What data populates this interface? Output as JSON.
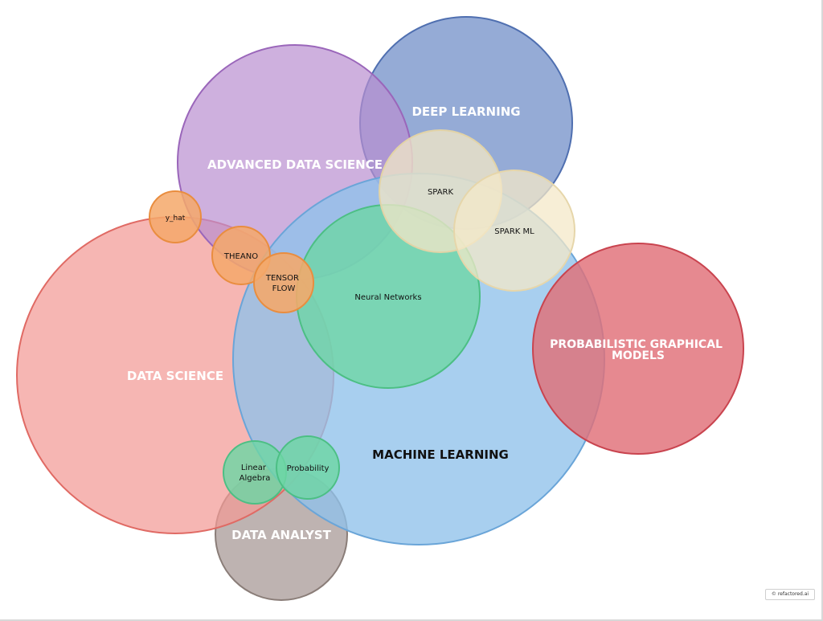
{
  "diagram": {
    "circles": [
      {
        "id": "data-analyst",
        "label": "DATA ANALYST",
        "fill": "#b3a6a3",
        "stroke": "#8a7d78"
      },
      {
        "id": "data-science",
        "label": "DATA SCIENCE",
        "fill": "#f29a96",
        "stroke": "#e06a64"
      },
      {
        "id": "deep-learning",
        "label": "DEEP LEARNING",
        "fill": "#7b96cc",
        "stroke": "#4f6fb0"
      },
      {
        "id": "advanced-data-science",
        "label": "ADVANCED DATA SCIENCE",
        "fill": "#b98ed0",
        "stroke": "#9a66ba"
      },
      {
        "id": "machine-learning",
        "label": "MACHINE LEARNING",
        "fill": "#8fc1eb",
        "stroke": "#6aa5d8"
      },
      {
        "id": "neural-networks",
        "label": "Neural Networks",
        "fill": "#6ed6a5",
        "stroke": "#4cbf84"
      },
      {
        "id": "spark",
        "label": "SPARK",
        "fill": "#f0e6c6",
        "stroke": "#e2d3a6"
      },
      {
        "id": "spark-ml",
        "label": "SPARK ML",
        "fill": "#f4e8c8",
        "stroke": "#e6d6aa"
      },
      {
        "id": "probabilistic-graphical-models",
        "label": "PROBABILISTIC GRAPHICAL MODELS",
        "label_lines": [
          "PROBABILISTIC GRAPHICAL",
          "MODELS"
        ],
        "fill": "#e06f78",
        "stroke": "#c9444f"
      },
      {
        "id": "y-hat",
        "label": "y_hat",
        "fill": "#f5a86a",
        "stroke": "#e98d3f"
      },
      {
        "id": "theano",
        "label": "THEANO",
        "fill": "#f5a86a",
        "stroke": "#e98d3f"
      },
      {
        "id": "tensor-flow",
        "label": "TENSOR FLOW",
        "label_lines": [
          "TENSOR",
          "FLOW"
        ],
        "fill": "#f5a86a",
        "stroke": "#e98d3f"
      },
      {
        "id": "linear-algebra",
        "label": "Linear Algebra",
        "label_lines": [
          "Linear",
          "Algebra"
        ],
        "fill": "#6ed6a5",
        "stroke": "#4cbf84"
      },
      {
        "id": "probability",
        "label": "Probability",
        "fill": "#6ed6a5",
        "stroke": "#4cbf84"
      }
    ]
  },
  "watermark": "© refactored.ai"
}
